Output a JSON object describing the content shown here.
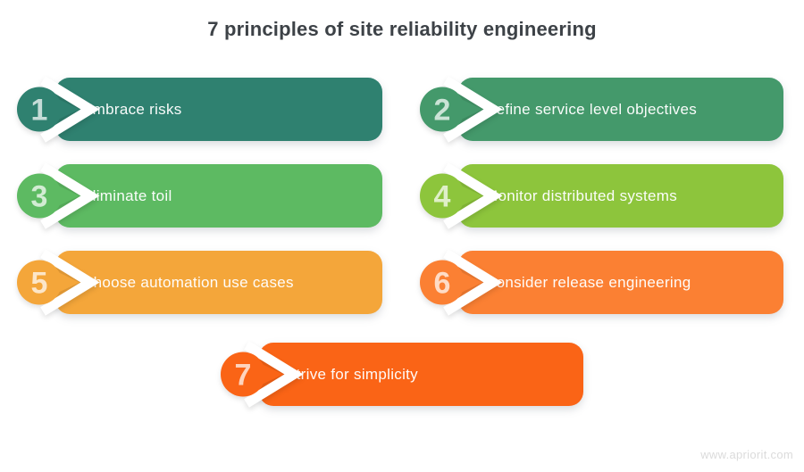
{
  "title": "7 principles of site reliability engineering",
  "watermark": "www.apriorit.com",
  "items": [
    {
      "number": "1",
      "label": "Embrace risks",
      "color": "#2F8170"
    },
    {
      "number": "2",
      "label": "Define service level objectives",
      "color": "#44996B"
    },
    {
      "number": "3",
      "label": "Eliminate toil",
      "color": "#5DBA62"
    },
    {
      "number": "4",
      "label": "Monitor distributed systems",
      "color": "#8DC53C"
    },
    {
      "number": "5",
      "label": "Choose automation use cases",
      "color": "#F4A63A"
    },
    {
      "number": "6",
      "label": "Consider release engineering",
      "color": "#FB8033"
    },
    {
      "number": "7",
      "label": "Strive for simplicity",
      "color": "#FA6416"
    }
  ]
}
